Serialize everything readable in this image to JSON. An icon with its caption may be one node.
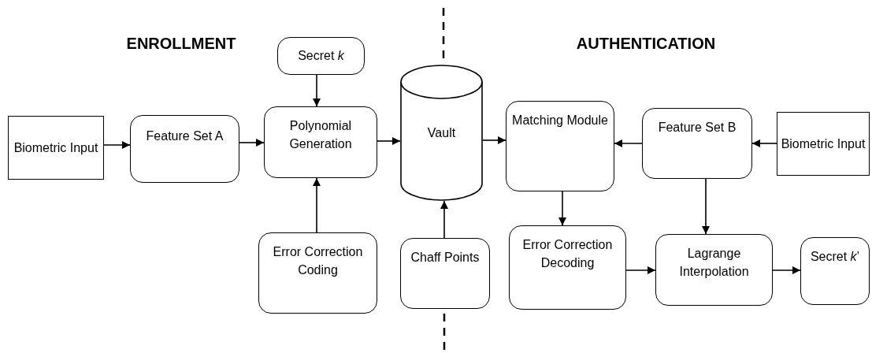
{
  "diagram": {
    "nodes": [
      {
        "text": [
          "Biometric Input"
        ]
      },
      {
        "text": [
          "Feature Set A"
        ]
      },
      {
        "text": [
          "Secret *k*"
        ]
      },
      {
        "text": [
          "Polynomial Generation"
        ]
      },
      {
        "text": [
          "Vault"
        ]
      },
      {
        "text": [
          "Error Correction Coding"
        ]
      },
      {
        "text": [
          "Chaff Points"
        ]
      },
      {
        "text": [
          "Matching Module"
        ]
      },
      {
        "text": [
          "Feature Set B"
        ]
      },
      {
        "text": [
          "Biometric Input"
        ]
      },
      {
        "text": [
          "Error Correction Decoding"
        ]
      },
      {
        "text": [
          "Lagrange Interpolation"
        ]
      },
      {
        "text": [
          "Secret *k*’"
        ]
      }
    ],
    "edges": [
      {
        "from": 0,
        "to": 1,
        "arrow": "to"
      },
      {
        "from": 1,
        "to": 3,
        "arrow": "to"
      },
      {
        "from": 2,
        "to": 3,
        "arrow": "to"
      },
      {
        "from": 5,
        "to": 3,
        "arrow": "to"
      },
      {
        "from": 3,
        "to": 4,
        "arrow": "to"
      },
      {
        "from": 6,
        "to": 4,
        "arrow": "to"
      },
      {
        "from": 4,
        "to": 7,
        "arrow": "to"
      },
      {
        "from": 9,
        "to": 8,
        "arrow": "to"
      },
      {
        "from": 8,
        "to": 7,
        "arrow": "to"
      },
      {
        "from": 7,
        "to": 10,
        "arrow": "to"
      },
      {
        "from": 8,
        "to": 11,
        "arrow": "to"
      },
      {
        "from": 10,
        "to": 11,
        "arrow": "to"
      },
      {
        "from": 11,
        "to": 12,
        "arrow": "to"
      }
    ],
    "labels": [
      "ENROLLMENT",
      "AUTHENTICATION"
    ]
  }
}
